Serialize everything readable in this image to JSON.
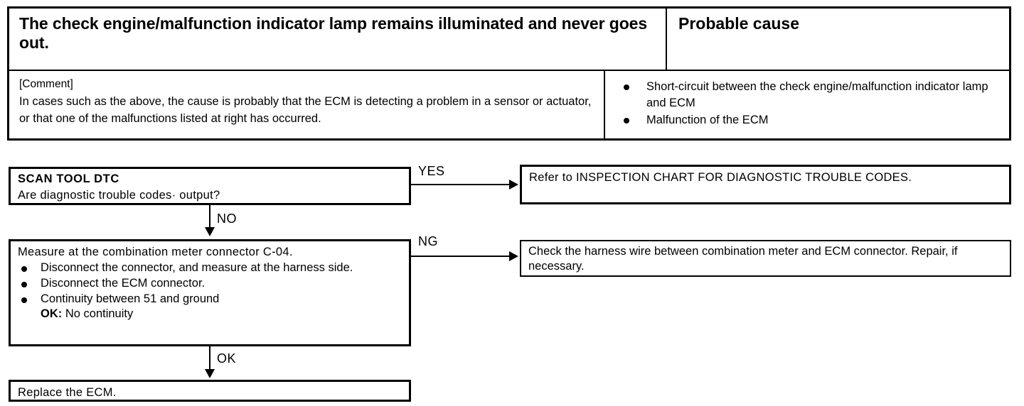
{
  "symptom_table": {
    "header": {
      "symptom_title": "The check engine/malfunction indicator lamp remains illuminated and never goes out.",
      "cause_title": "Probable cause"
    },
    "body": {
      "comment_label": "[Comment]",
      "comment_text": "In cases such as the above, the cause is probably that the ECM is detecting a problem in a sensor or actuator, or that one of the malfunctions listed at right has occurred.",
      "causes": [
        "Short-circuit between the check engine/malfunction indicator lamp and ECM",
        "Malfunction of the ECM"
      ]
    }
  },
  "flowchart": {
    "step_question": {
      "title": "SCAN TOOL DTC",
      "text": "Are diagnostic trouble codes· output?"
    },
    "step_refer": {
      "text": "Refer to INSPECTION CHART FOR DIAGNOSTIC TROUBLE CODES."
    },
    "step_measure": {
      "title": "Measure at the combination meter connector C-04.",
      "items": [
        "Disconnect the connector, and measure at the harness side.",
        "Disconnect the ECM connector.",
        "Continuity between 51 and ground"
      ],
      "ok_label": "OK:",
      "ok_value": "No continuity"
    },
    "step_check": {
      "text": "Check the harness wire between combination meter and ECM connector. Repair, if necessary."
    },
    "step_replace": {
      "text": "Replace the ECM."
    },
    "edges": {
      "yes": "YES",
      "no": "NO",
      "ng": "NG",
      "ok": "OK"
    }
  },
  "colors": {
    "ink": "#000000",
    "paper": "#ffffff"
  }
}
